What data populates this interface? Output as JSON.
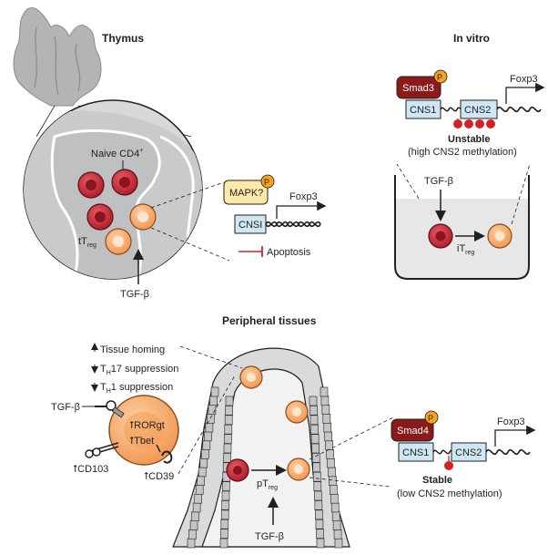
{
  "thymus": {
    "title": "Thymus",
    "naive_label": "Naive CD4",
    "naive_sup": "+",
    "ttreg_main": "tT",
    "ttreg_sub": "reg",
    "tgf_label": "TGF-β",
    "mapk_label": "MAPK?",
    "p_label": "P",
    "cns_label": "CNSI",
    "foxp3_label": "Foxp3",
    "apoptosis_label": "Apoptosis"
  },
  "invitro": {
    "title": "In vitro",
    "smad_label": "Smad3",
    "p_label": "P",
    "cns1_label": "CNS1",
    "cns2_label": "CNS2",
    "foxp3_label": "Foxp3",
    "status": "Unstable",
    "status_note": "(high CNS2 methylation)",
    "tgf_label": "TGF-β",
    "itreg_main": "iT",
    "itreg_sub": "reg"
  },
  "peripheral": {
    "title": "Peripheral tissues",
    "func_1": "Tissue homing",
    "func_2_main": "T",
    "func_2_sub": "H",
    "func_2_rest": "17 suppression",
    "func_3_main": "T",
    "func_3_sub": "H",
    "func_3_rest": "1 suppression",
    "tgf_receptor_label": "TGF-β",
    "rorgt_label": "RORgt",
    "tbet_label": "Tbet",
    "cd103_label": "CD103",
    "cd39_label": "CD39",
    "ptreg_main": "pT",
    "ptreg_sub": "reg",
    "tgf_label": "TGF-β",
    "smad_label": "Smad4",
    "p_label": "P",
    "cns1_label": "CNS1",
    "cns2_label": "CNS2",
    "foxp3_label": "Foxp3",
    "status": "Stable",
    "status_note": "(low CNS2 methylation)"
  },
  "colors": {
    "naive_fill": "#c8323c",
    "naive_nucleus": "#8a1420",
    "treg_fill": "#f6b07a",
    "treg_nucleus": "#ffe7cf",
    "smad_fill": "#8b1a1a",
    "p_fill": "#f7a21b",
    "mapk_fill": "#fbe9a9",
    "cns_fill": "#cfe6f3",
    "methyl_fill": "#d71f26",
    "media_fill": "#e7e7e8",
    "tissue_fill": "#d9dadb",
    "inhibit_line": "#d71f26"
  }
}
